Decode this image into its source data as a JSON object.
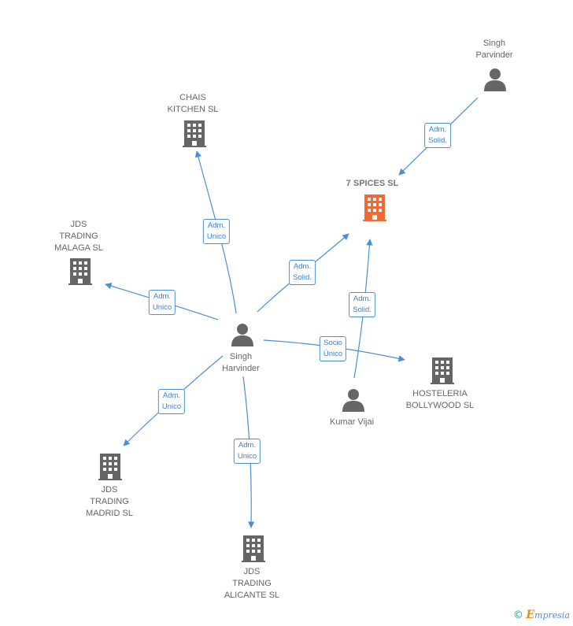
{
  "colors": {
    "edge": "#4a8fd6",
    "node": "#666666",
    "highlight": "#f06a35"
  },
  "nodes": [
    {
      "id": "singh-parvinder",
      "kind": "person",
      "label": "Singh\nParvinder",
      "icon": "person-icon"
    },
    {
      "id": "7-spices",
      "kind": "company-highlight",
      "label": "7 SPICES  SL",
      "icon": "building-icon"
    },
    {
      "id": "chais-kitchen",
      "kind": "company",
      "label": "CHAIS\nKITCHEN  SL",
      "icon": "building-icon"
    },
    {
      "id": "jds-malaga",
      "kind": "company",
      "label": "JDS\nTRADING\nMALAGA  SL",
      "icon": "building-icon"
    },
    {
      "id": "singh-harvinder",
      "kind": "person",
      "label": "Singh\nHarvinder",
      "icon": "person-icon"
    },
    {
      "id": "hosteleria-bollywood",
      "kind": "company",
      "label": "HOSTELERIA\nBOLLYWOOD SL",
      "icon": "building-icon"
    },
    {
      "id": "kumar-vijai",
      "kind": "person",
      "label": "Kumar Vijai",
      "icon": "person-icon"
    },
    {
      "id": "jds-madrid",
      "kind": "company",
      "label": "JDS\nTRADING\nMADRID  SL",
      "icon": "building-icon"
    },
    {
      "id": "jds-alicante",
      "kind": "company",
      "label": "JDS\nTRADING\nALICANTE  SL",
      "icon": "building-icon"
    }
  ],
  "edges": [
    {
      "from": "singh-parvinder",
      "to": "7-spices",
      "label": "Adm.\nSolid."
    },
    {
      "from": "singh-harvinder",
      "to": "chais-kitchen",
      "label": "Adm.\nUnico"
    },
    {
      "from": "singh-harvinder",
      "to": "jds-malaga",
      "label": "Adm.\nUnico"
    },
    {
      "from": "singh-harvinder",
      "to": "7-spices",
      "label": "Adm.\nSolid."
    },
    {
      "from": "kumar-vijai",
      "to": "7-spices",
      "label": "Adm.\nSolid."
    },
    {
      "from": "singh-harvinder",
      "to": "hosteleria-bollywood",
      "label": "Socio\nÚnico"
    },
    {
      "from": "singh-harvinder",
      "to": "jds-madrid",
      "label": "Adm.\nUnico"
    },
    {
      "from": "singh-harvinder",
      "to": "jds-alicante",
      "label": "Adm.\nUnico"
    }
  ],
  "footer": {
    "copyright": "©",
    "brand_initial": "E",
    "brand_rest": "mpresia"
  }
}
